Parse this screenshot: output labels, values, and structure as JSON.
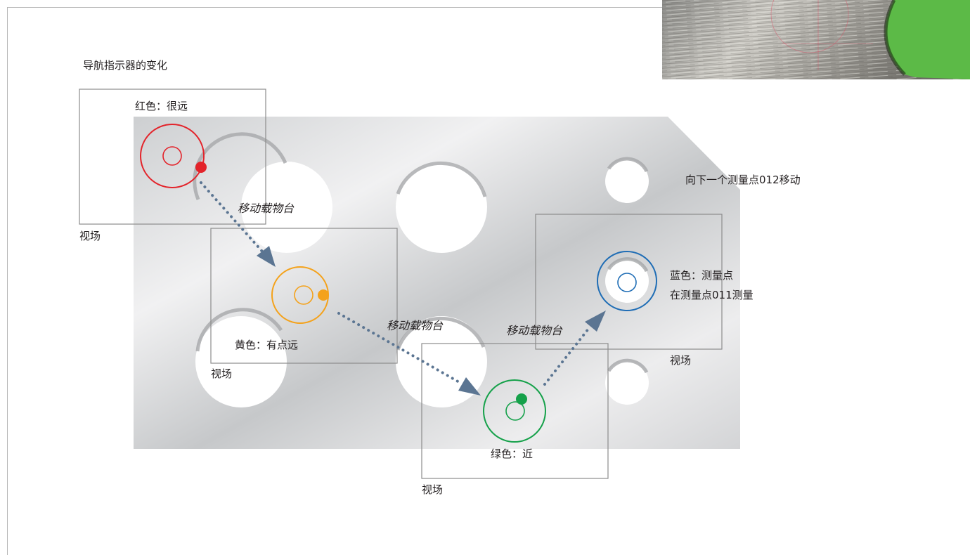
{
  "title": "导航指示器的变化",
  "target_label": "向下一个测量点012移动",
  "fields": [
    {
      "status": "红色：很远",
      "field_label": "视场",
      "color": "#e3232a"
    },
    {
      "status": "黄色：有点远",
      "field_label": "视场",
      "color": "#f4a21b"
    },
    {
      "status": "绿色：近",
      "field_label": "视场",
      "color": "#15a14a"
    },
    {
      "status_line1": "蓝色：测量点",
      "status_line2": "在测量点011测量",
      "field_label": "视场",
      "color": "#1f6db5"
    }
  ],
  "move_labels": [
    "移动载物台",
    "移动载物台",
    "移动载物台"
  ],
  "colors": {
    "arrow": "#5b7592",
    "frame": "#8c8c8c",
    "plate_dark": "#c4c6c8",
    "plate_light": "#ececed",
    "photo_green": "#5cba47"
  },
  "photo": {
    "icon": "surface-photo",
    "marker": "green-pointer"
  }
}
